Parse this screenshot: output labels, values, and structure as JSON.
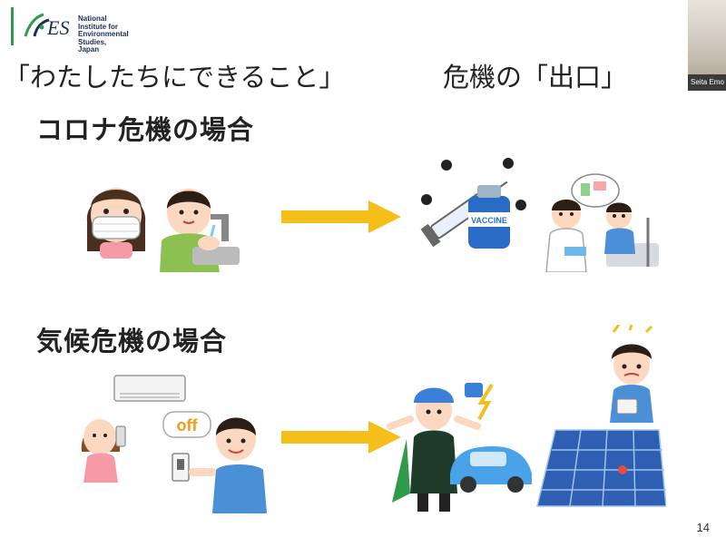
{
  "logo": {
    "lines": [
      "National",
      "Institute for",
      "Environmental",
      "Studies, Japan"
    ]
  },
  "titles": {
    "left": "「わたしたちにできること」",
    "right": "危機の「出口」"
  },
  "sections": {
    "corona": "コロナ危機の場合",
    "climate": "気候危機の場合"
  },
  "illustrations": {
    "vaccine_label": "VACCINE",
    "switch_bubble": "off"
  },
  "webcam": {
    "name": "Seita Emo"
  },
  "page": {
    "number": "14"
  },
  "colors": {
    "arrow": "#f4bf1a",
    "accent_green": "#2e9a4a",
    "logo_navy": "#1b2d5a"
  }
}
